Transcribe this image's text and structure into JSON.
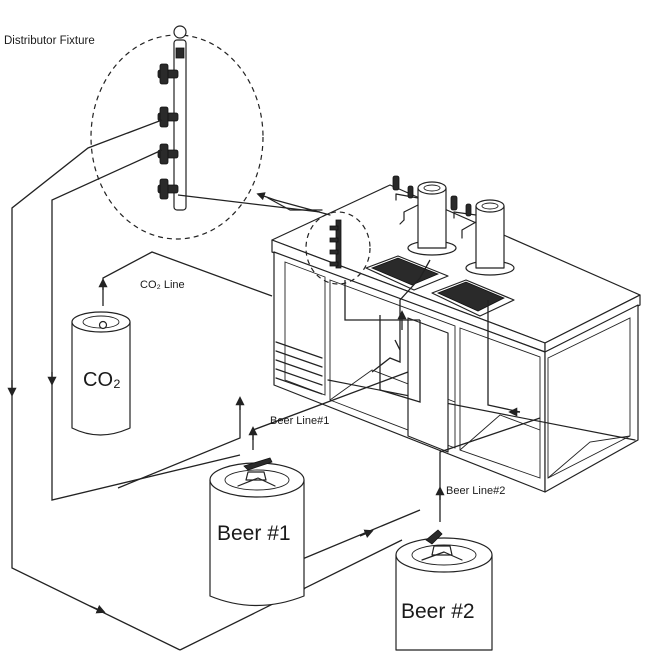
{
  "labels": {
    "distributor": "Distributor Fixture",
    "co2_line": "CO₂ Line",
    "co2_tank": "CO₂",
    "beer_line_1": "Beer Line#1",
    "beer_line_2": "Beer Line#2",
    "keg_1": "Beer #1",
    "keg_2": "Beer #2"
  }
}
